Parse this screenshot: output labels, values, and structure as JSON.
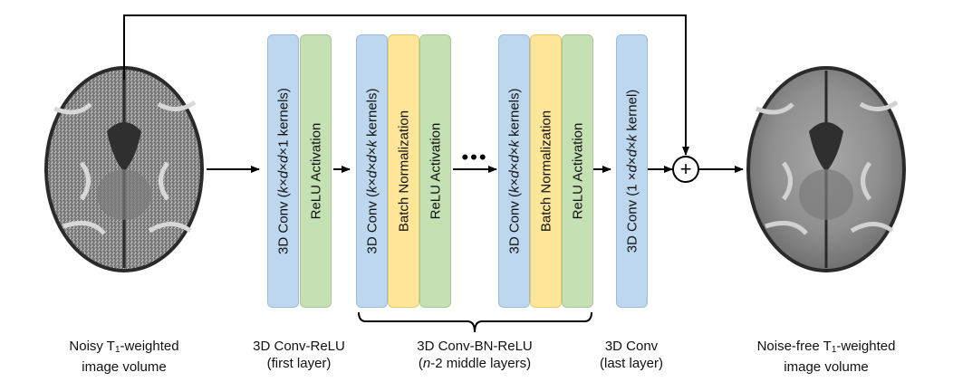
{
  "layers": {
    "first_conv": {
      "pre": "3D Conv (",
      "k": "k",
      "x1": "×",
      "d1": "d",
      "x2": "×",
      "d2": "d",
      "tail": "×1 kernels)"
    },
    "first_relu": "ReLU Activation",
    "mid1_conv": {
      "pre": "3D Conv (",
      "k": "k",
      "x1": "×",
      "d1": "d",
      "x2": "×",
      "d2": "d",
      "x3": "×",
      "k2": "k",
      "tail": " kernels)"
    },
    "mid1_bn": "Batch Normalization",
    "mid1_relu": "ReLU Activation",
    "mid2_conv": {
      "pre": "3D Conv (",
      "k": "k",
      "x1": "×",
      "d1": "d",
      "x2": "×",
      "d2": "d",
      "x3": "×",
      "k2": "k",
      "tail": " kernels)"
    },
    "mid2_bn": "Batch Normalization",
    "mid2_relu": "ReLU Activation",
    "last_conv": {
      "pre": "3D Conv (1 ",
      "x1": "×",
      "d1": "d",
      "x2": "×",
      "d2": "d",
      "x3": "×",
      "k": "k",
      "tail": " kernel)"
    }
  },
  "captions": {
    "input": {
      "pre": "Noisy T",
      "sub": "1",
      "post": "-weighted",
      "line2": "image volume"
    },
    "first": {
      "line1": "3D Conv-ReLU",
      "line2": "(first layer)"
    },
    "middle": {
      "line1": "3D Conv-BN-ReLU",
      "line2_n": "n",
      "line2_post": "-2 middle layers)",
      "line2_pre": "("
    },
    "last": {
      "line1": "3D Conv",
      "line2": "(last layer)"
    },
    "output": {
      "pre": "Noise-free T",
      "sub": "1",
      "post": "-weighted",
      "line2": "image volume"
    }
  },
  "ellipsis": "•••",
  "sum_symbol": "+",
  "colors": {
    "conv": "#bdd7ee",
    "relu": "#c5e0b3",
    "bn": "#ffe699",
    "line": "#000000"
  }
}
